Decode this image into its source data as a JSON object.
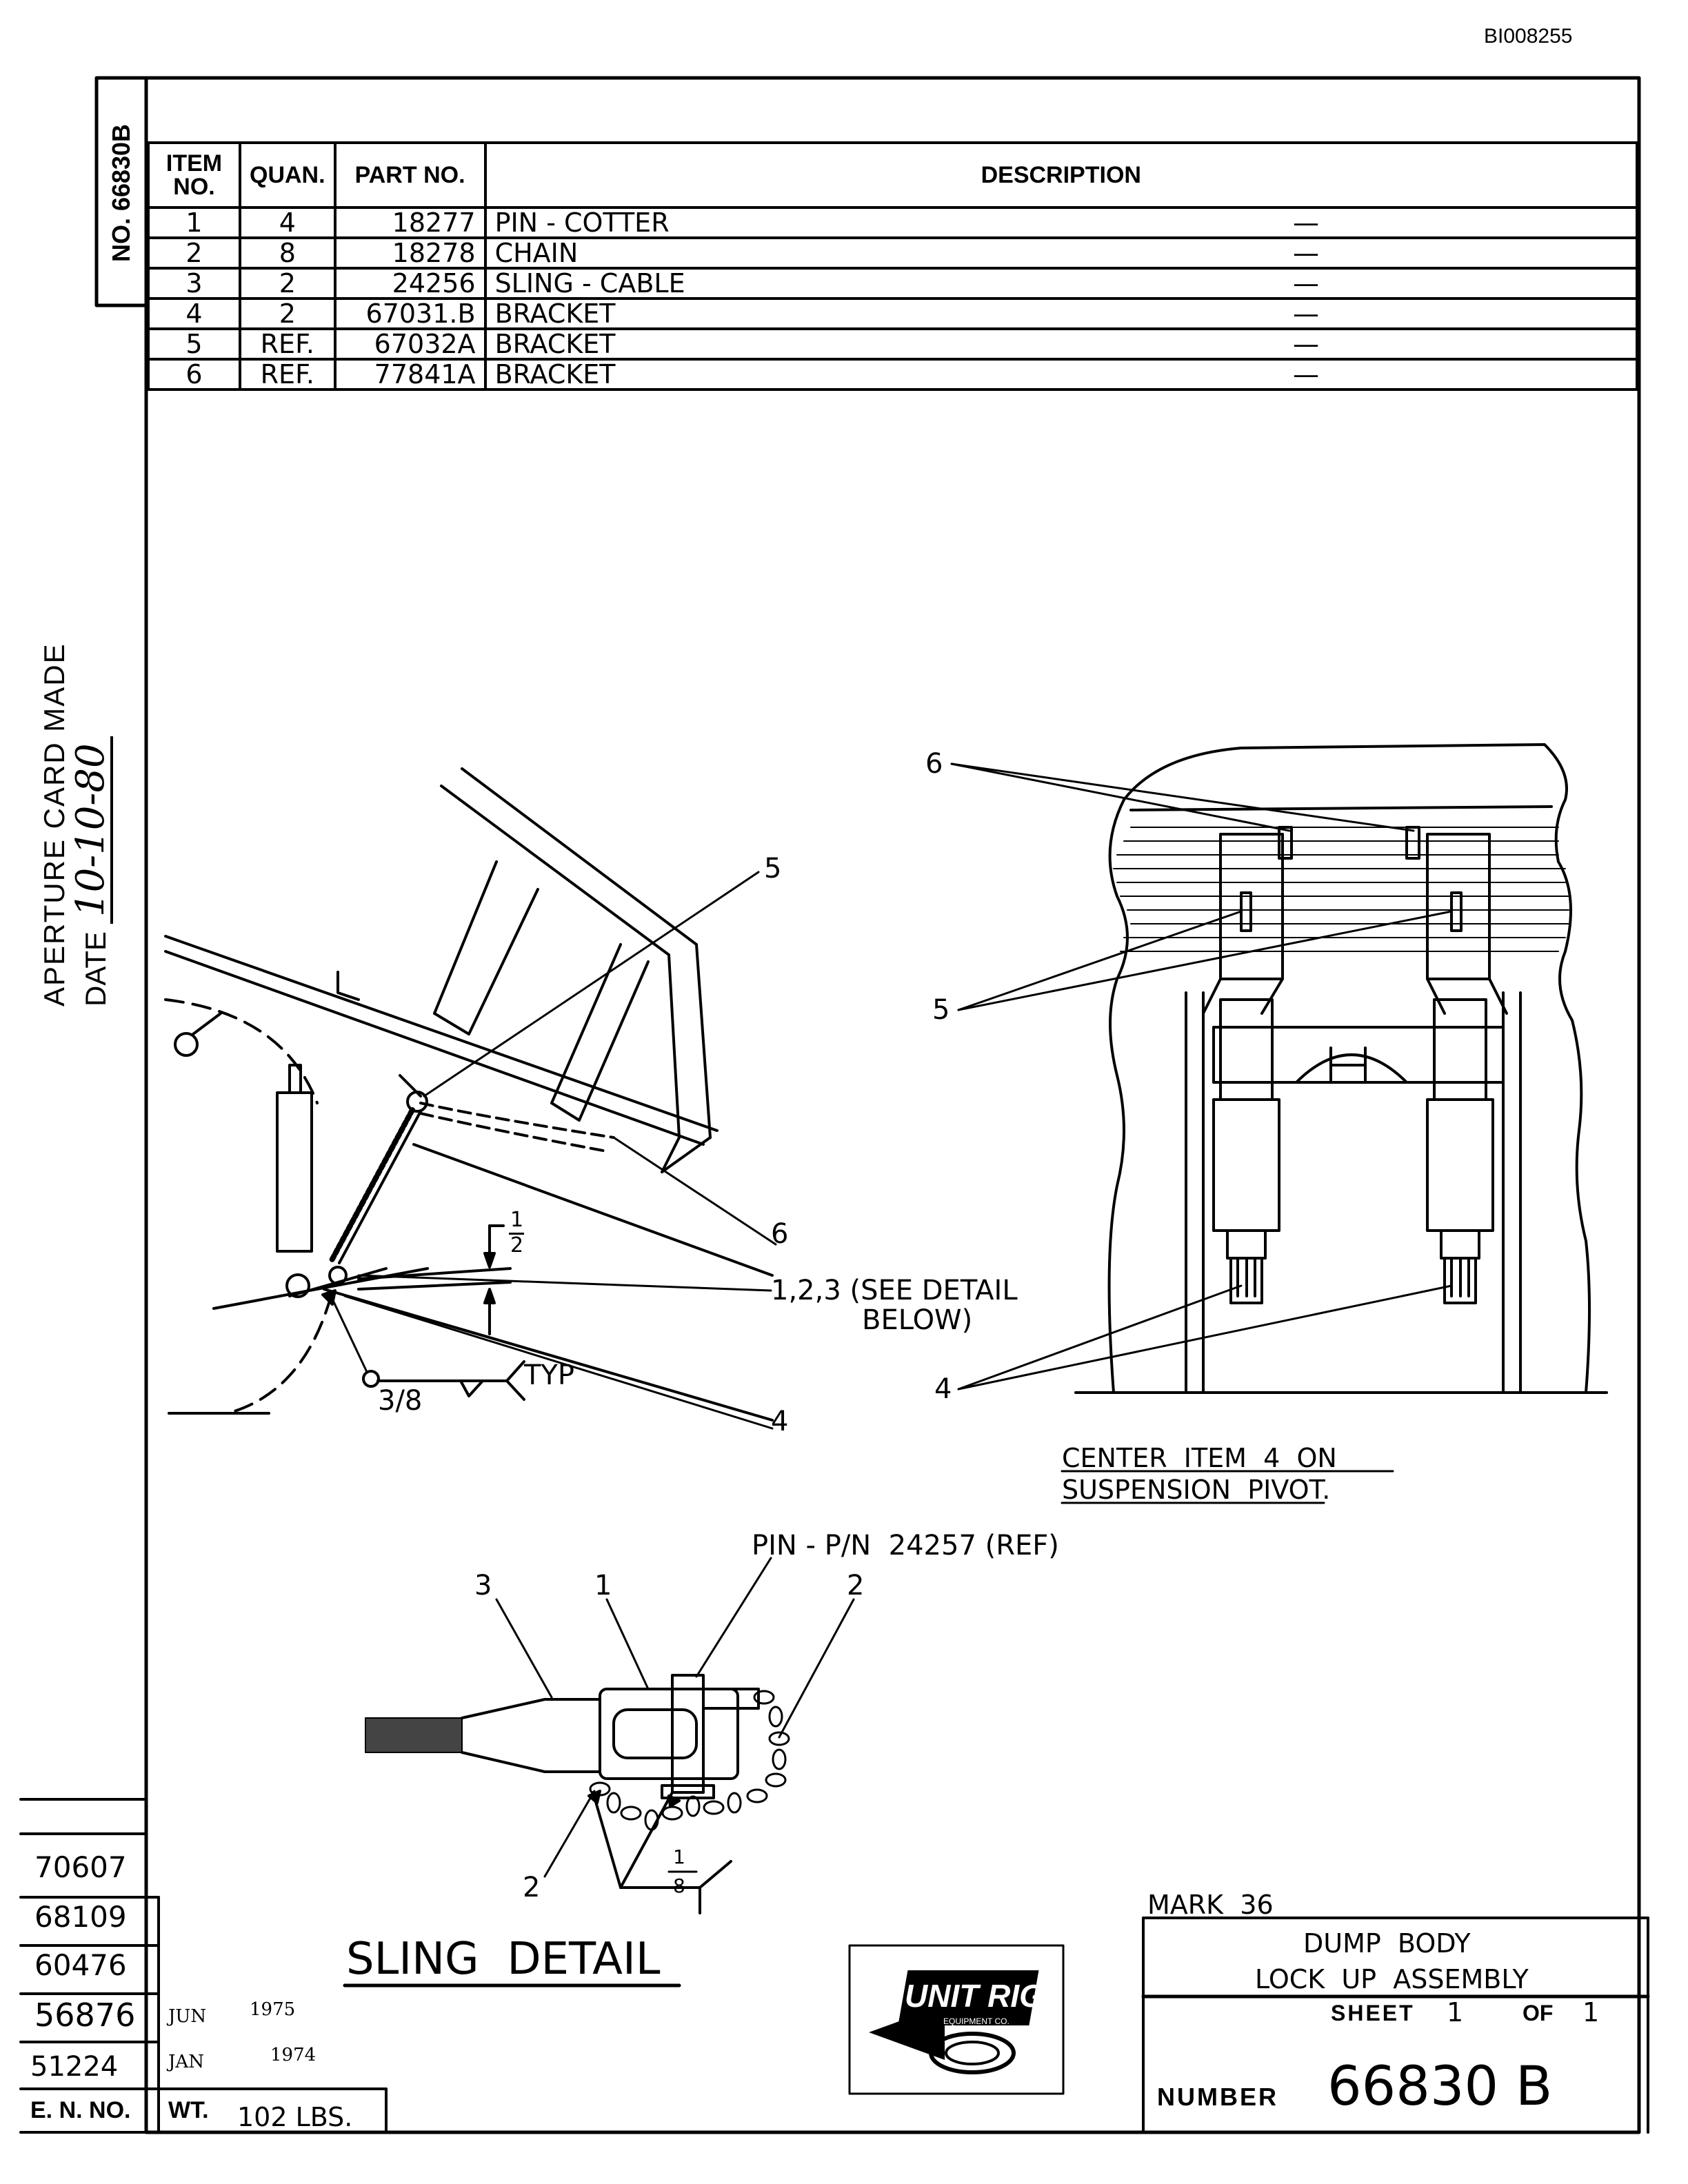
{
  "doc_id": "BI008255",
  "side_number": "NO. 66830B",
  "parts_table": {
    "headers": [
      "ITEM NO.",
      "QUAN.",
      "PART NO.",
      "DESCRIPTION"
    ],
    "rows": [
      {
        "item": "1",
        "quan": "4",
        "part": "18277",
        "desc": "PIN - COTTER",
        "mark": "—"
      },
      {
        "item": "2",
        "quan": "8",
        "part": "18278",
        "desc": "CHAIN",
        "mark": "—"
      },
      {
        "item": "3",
        "quan": "2",
        "part": "24256",
        "desc": "SLING - CABLE",
        "mark": "—"
      },
      {
        "item": "4",
        "quan": "2",
        "part": "67031.B",
        "desc": "BRACKET",
        "mark": "—"
      },
      {
        "item": "5",
        "quan": "REF.",
        "part": "67032A",
        "desc": "BRACKET",
        "mark": "—"
      },
      {
        "item": "6",
        "quan": "REF.",
        "part": "77841A",
        "desc": "BRACKET",
        "mark": "—"
      }
    ]
  },
  "aperture": {
    "line1": "APERTURE CARD MADE",
    "line2": "DATE",
    "date": "10-10-80"
  },
  "side_view": {
    "callout_5": "5",
    "callout_6": "6",
    "callout_123": "1,2,3 (SEE DETAIL",
    "callout_123_b": "BELOW)",
    "callout_4": "4",
    "dim_frac_num": "1",
    "dim_frac_den": "2",
    "weld_size": "3/8",
    "weld_typ": "TYP"
  },
  "rear_view": {
    "callout_6": "6",
    "callout_5": "5",
    "callout_4": "4",
    "note_line1": "CENTER  ITEM  4  ON",
    "note_line2": "SUSPENSION  PIVOT."
  },
  "sling_detail": {
    "pin_note": "PIN - P/N  24257 (REF)",
    "callout_3": "3",
    "callout_1": "1",
    "callout_2_top": "2",
    "callout_2_bottom": "2",
    "frac_num": "1",
    "frac_den": "8",
    "title": "SLING  DETAIL"
  },
  "revisions": {
    "en_numbers": [
      "70607",
      "68109",
      "60476",
      "56876",
      "51224"
    ],
    "dates": [
      {
        "m": "JUN",
        "y": "1975"
      },
      {
        "m": "JAN",
        "y": "1974"
      }
    ],
    "en_label": "E. N. NO.",
    "weight_label": "WT.",
    "weight_value": "102 LBS."
  },
  "title_block": {
    "mark": "MARK  36",
    "title1": "DUMP  BODY",
    "title2": "LOCK  UP  ASSEMBLY",
    "sheet_label": "SHEET",
    "sheet_num": "1",
    "of_label": "OF",
    "sheet_total": "1",
    "number_label": "NUMBER",
    "number_value": "66830 B"
  },
  "logo": {
    "text": "UNIT RIG",
    "sub": "EQUIPMENT CO."
  }
}
